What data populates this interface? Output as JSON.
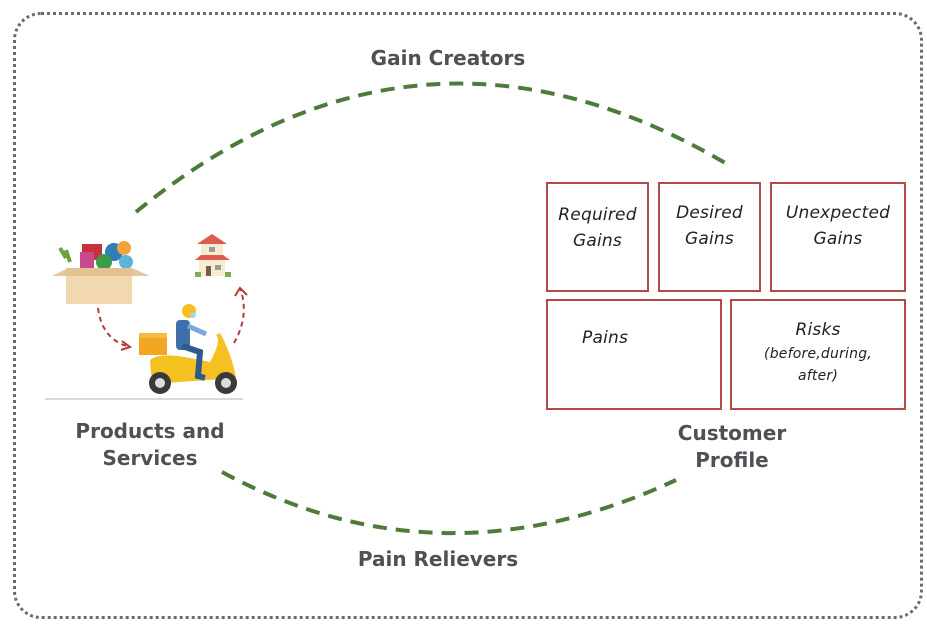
{
  "diagram": {
    "title_top": "Gain Creators",
    "title_bottom": "Pain Relievers",
    "left_label": [
      "Products and",
      "Services"
    ],
    "right_label": [
      "Customer",
      "Profile"
    ],
    "customer_profile_boxes": {
      "required_gains": [
        "Required",
        "Gains"
      ],
      "desired_gains": [
        "Desired",
        "Gains"
      ],
      "unexpected_gains": [
        "Unexpected",
        "Gains"
      ],
      "pains": [
        "Pains"
      ],
      "risks": [
        "Risks",
        "(before,during,",
        "after)"
      ]
    },
    "illustration": {
      "items": [
        "box-of-goods",
        "house",
        "delivery-scooter-rider"
      ]
    },
    "colors": {
      "arc": "#4e7a3a",
      "box_border": "#b34a4a",
      "label_text": "#4f4f55",
      "frame": "#6b6b6b",
      "delivery_arrows": "#b33a3a"
    }
  }
}
